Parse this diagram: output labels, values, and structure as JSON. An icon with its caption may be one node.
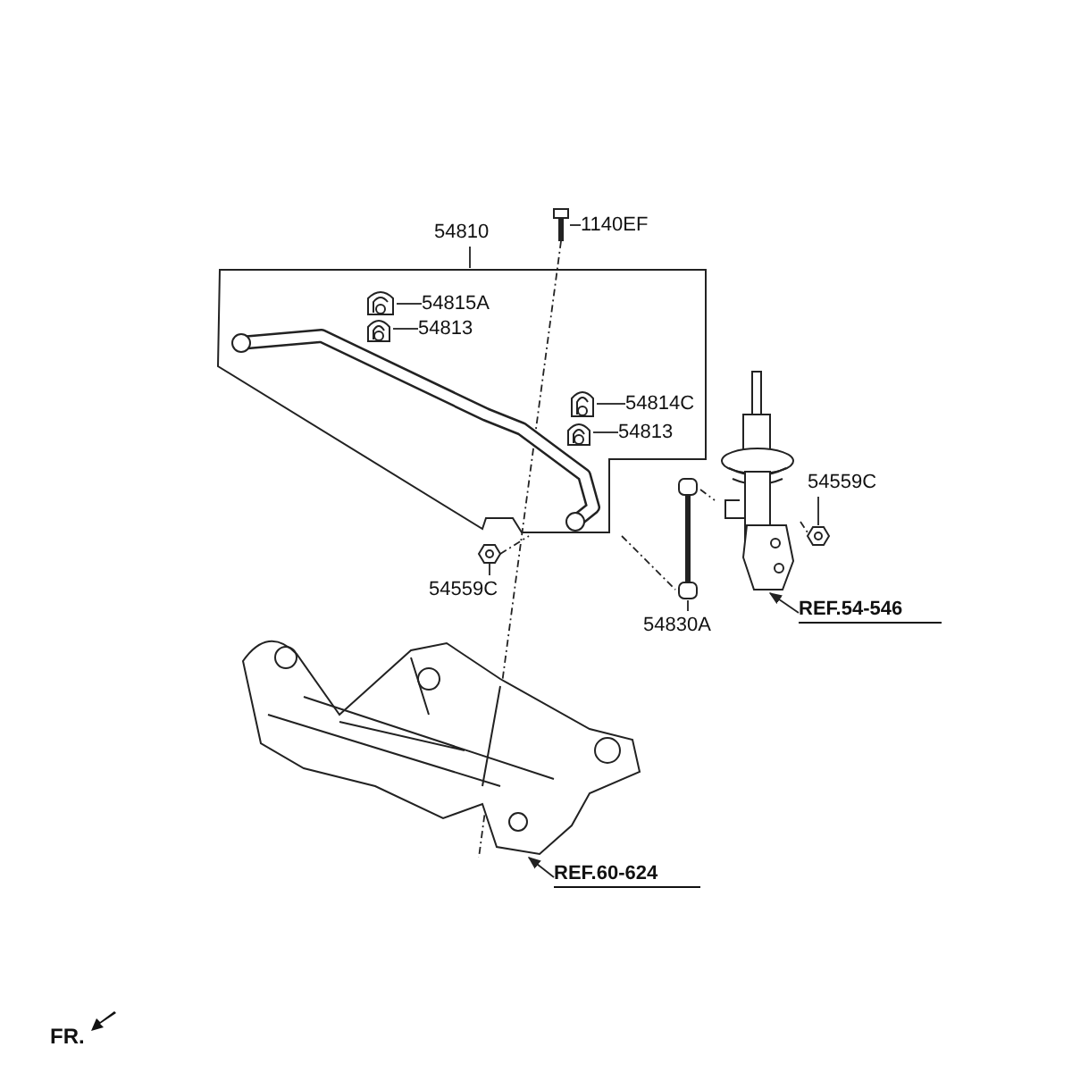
{
  "diagram": {
    "nodes": [
      {
        "text": [
          "1140EF"
        ]
      },
      {
        "text": [],
        "shape": "picture"
      },
      {
        "text": [
          "54810"
        ]
      },
      {
        "text": [],
        "shape": "picture"
      },
      {
        "text": [
          "54815A"
        ],
        "in": 3
      },
      {
        "text": [],
        "shape": "picture",
        "in": 3
      },
      {
        "text": [
          "54813"
        ],
        "in": 3
      },
      {
        "text": [],
        "shape": "picture",
        "in": 3
      },
      {
        "text": [
          "54814C"
        ],
        "in": 3
      },
      {
        "text": [],
        "shape": "picture",
        "in": 3
      },
      {
        "text": [
          "54813"
        ],
        "in": 3
      },
      {
        "text": [],
        "shape": "picture",
        "in": 3
      },
      {
        "text": [
          "54559C"
        ]
      },
      {
        "text": [],
        "shape": "picture"
      },
      {
        "text": [
          "54830A"
        ]
      },
      {
        "text": [],
        "shape": "picture"
      },
      {
        "text": [
          "54559C"
        ]
      },
      {
        "text": [],
        "shape": "picture"
      },
      {
        "text": [
          "REF.54-546"
        ]
      },
      {
        "text": [],
        "shape": "picture"
      },
      {
        "text": [
          "REF.60-624"
        ]
      },
      {
        "text": [],
        "shape": "picture"
      }
    ],
    "edges": [
      {
        "from": 0,
        "to": 1,
        "arrow": "none"
      },
      {
        "from": 2,
        "to": 3,
        "arrow": "none"
      },
      {
        "from": 4,
        "to": 5,
        "arrow": "none"
      },
      {
        "from": 6,
        "to": 7,
        "arrow": "none"
      },
      {
        "from": 8,
        "to": 9,
        "arrow": "none"
      },
      {
        "from": 10,
        "to": 11,
        "arrow": "none"
      },
      {
        "from": 12,
        "to": 13,
        "arrow": "none"
      },
      {
        "from": 14,
        "to": 15,
        "arrow": "none"
      },
      {
        "from": 16,
        "to": 17,
        "arrow": "none"
      },
      {
        "from": 18,
        "to": 19,
        "arrow": "to"
      },
      {
        "from": 20,
        "to": 21,
        "arrow": "to"
      },
      {
        "from": 1,
        "to": 21,
        "arrow": "none",
        "style": "dashed"
      },
      {
        "from": 15,
        "to": 19,
        "arrow": "none",
        "style": "dashed"
      },
      {
        "from": 19,
        "to": 17,
        "arrow": "none",
        "style": "dashed"
      },
      {
        "from": 3,
        "to": 15,
        "arrow": "none",
        "style": "dashed"
      },
      {
        "from": 13,
        "to": 3,
        "arrow": "none",
        "style": "dashed"
      }
    ],
    "labels": [
      "FR."
    ]
  }
}
